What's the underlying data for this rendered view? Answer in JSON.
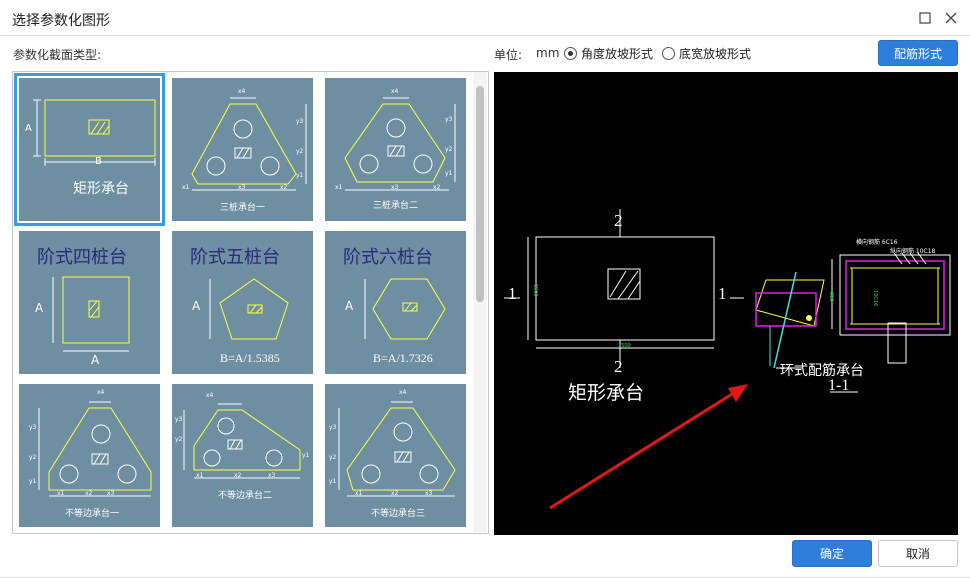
{
  "window": {
    "title": "选择参数化图形"
  },
  "labels": {
    "section_type": "参数化截面类型:",
    "unit_label": "单位:",
    "unit_value": "mm"
  },
  "radios": [
    {
      "label": "角度放坡形式",
      "checked": true
    },
    {
      "label": "底宽放坡形式",
      "checked": false
    }
  ],
  "buttons": {
    "rebar_form": "配筋形式",
    "ok": "确定",
    "cancel": "取消"
  },
  "thumbnails": [
    {
      "caption": "矩形承台",
      "dim_a": "A",
      "dim_b": "B",
      "selected": true
    },
    {
      "caption": "三桩承台一",
      "x1": "x1",
      "x2": "x2",
      "x3": "x3",
      "x4": "x4",
      "y1": "y1",
      "y2": "y2",
      "y3": "y3"
    },
    {
      "caption": "三桩承台二",
      "x1": "x1",
      "x2": "x2",
      "x3": "x3",
      "x4": "x4",
      "y1": "y1",
      "y2": "y2",
      "y3": "y3"
    },
    {
      "caption": "阶式四桩台",
      "dim_a": "A",
      "dim_b": "A"
    },
    {
      "caption": "阶式五桩台",
      "dim_a": "A",
      "formula": "B=A/1.5385"
    },
    {
      "caption": "阶式六桩台",
      "dim_a": "A",
      "formula": "B=A/1.7326"
    },
    {
      "caption": "不等边承台一",
      "x1": "x1",
      "x2": "x2",
      "x3": "x3",
      "x4": "x4",
      "y1": "y1",
      "y2": "y2",
      "y3": "y3"
    },
    {
      "caption": "不等边承台二",
      "x1": "x1",
      "x2": "x2",
      "x3": "x3",
      "x4": "x4",
      "y1": "y1",
      "y2": "y2",
      "y3": "y3"
    },
    {
      "caption": "不等边承台三",
      "x1": "x1",
      "x2": "x2",
      "x3": "x3",
      "x4": "x4",
      "y1": "y1",
      "y2": "y2",
      "y3": "y3"
    }
  ],
  "preview": {
    "section_mark_top": "2",
    "section_mark_bottom": "2",
    "section_mark_left": "1",
    "section_mark_right": "1",
    "width_dim": "1500",
    "height_dim": "1500",
    "plan_caption": "矩形承台",
    "section_caption": "环式配筋承台",
    "section_id": "1-1",
    "rebar_label_1": "横向钢筋 6C16",
    "rebar_label_2": "纵向钢筋 10C18",
    "side_dim": "800",
    "side_rebar": "10C16",
    "colors": {
      "outline": "#ffffff",
      "pink": "#e020e0",
      "yellow": "#ffff40",
      "cyan": "#40e0e0",
      "green": "#30e030",
      "arrow": "#e01818"
    }
  }
}
